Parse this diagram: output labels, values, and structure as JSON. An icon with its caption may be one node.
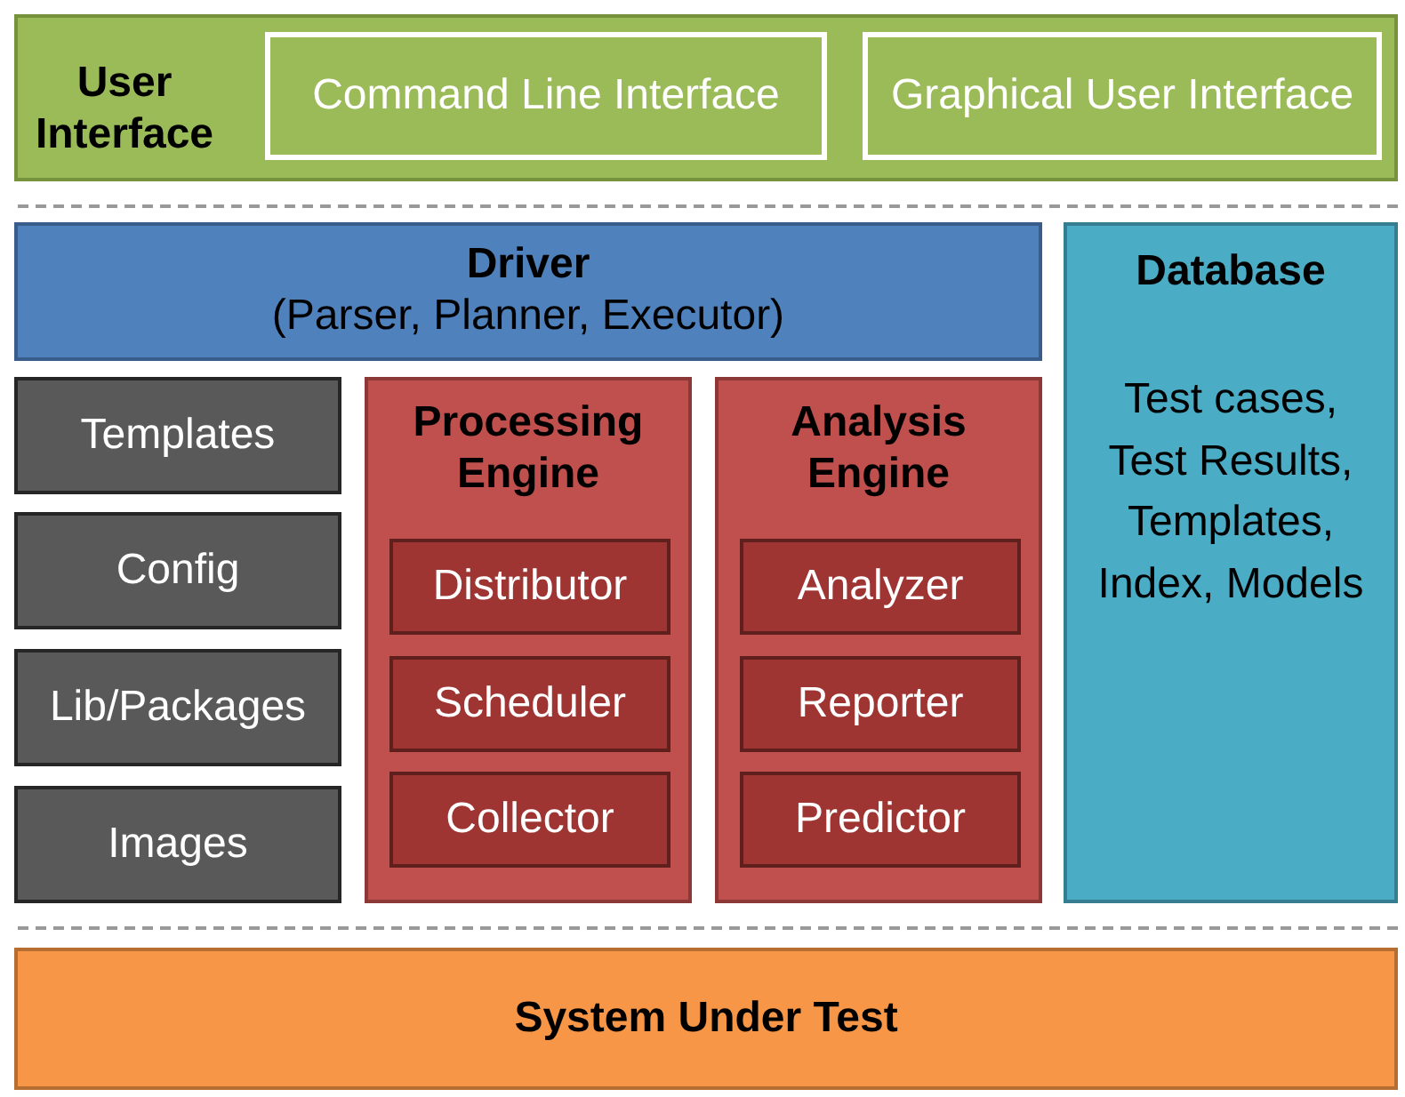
{
  "diagram": {
    "nodes": [
      {
        "text": [
          "User Interface"
        ]
      },
      {
        "text": [
          "Command Line Interface"
        ],
        "in": 0
      },
      {
        "text": [
          "Graphical User Interface"
        ],
        "in": 0
      },
      {
        "text": [
          "Driver",
          "(Parser, Planner, Executor)"
        ]
      },
      {
        "text": [
          "Database",
          "Test cases, Test Results, Templates, Index, Models"
        ]
      },
      {
        "text": [
          "Templates"
        ]
      },
      {
        "text": [
          "Config"
        ]
      },
      {
        "text": [
          "Lib/Packages"
        ]
      },
      {
        "text": [
          "Images"
        ]
      },
      {
        "text": [
          "Processing Engine"
        ]
      },
      {
        "text": [
          "Distributor"
        ],
        "in": 9
      },
      {
        "text": [
          "Scheduler"
        ],
        "in": 9
      },
      {
        "text": [
          "Collector"
        ],
        "in": 9
      },
      {
        "text": [
          "Analysis Engine"
        ]
      },
      {
        "text": [
          "Analyzer"
        ],
        "in": 13
      },
      {
        "text": [
          "Reporter"
        ],
        "in": 13
      },
      {
        "text": [
          "Predictor"
        ],
        "in": 13
      },
      {
        "text": [
          "System Under Test"
        ]
      }
    ]
  }
}
